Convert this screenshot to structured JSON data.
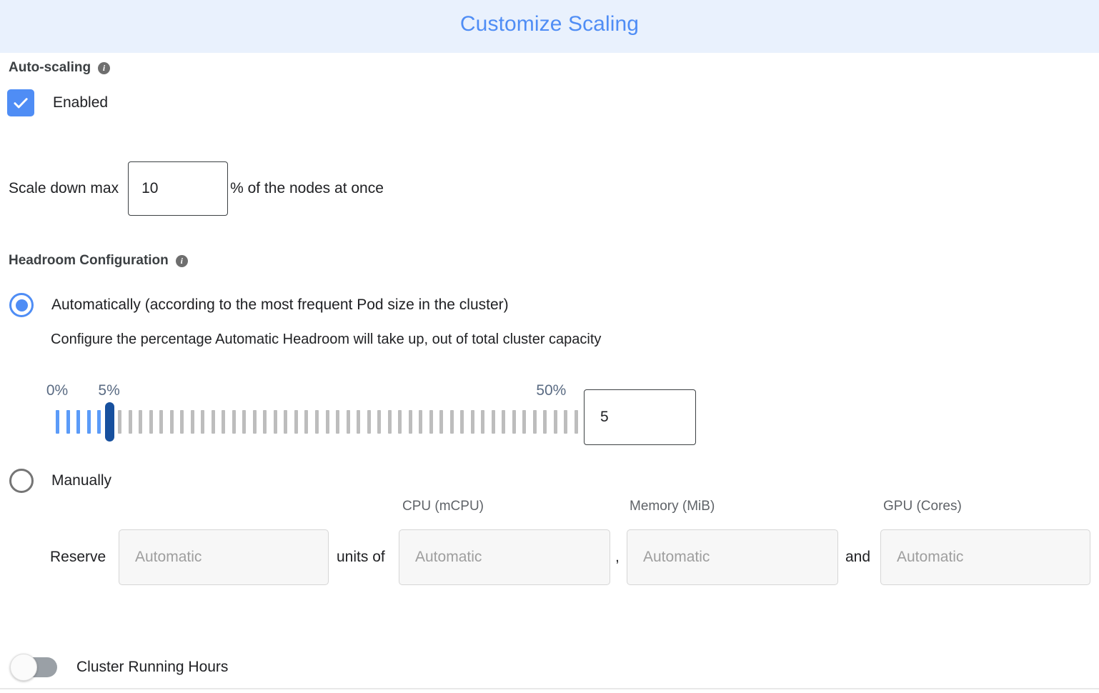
{
  "header": {
    "title": "Customize Scaling",
    "title_color": "#4f8df5",
    "background_color": "#e9f1fd"
  },
  "autoscaling": {
    "section_label": "Auto-scaling",
    "info_glyph": "i",
    "enabled_label": "Enabled",
    "enabled_checked": true,
    "accent_color": "#4f8df5"
  },
  "scale_down": {
    "prefix_label": "Scale down max",
    "value": "10",
    "suffix_label": "% of the nodes at once"
  },
  "headroom": {
    "section_label": "Headroom Configuration",
    "info_glyph": "i",
    "option_automatic": {
      "label": "Automatically (according to the most frequent Pod size in the cluster)",
      "description": "Configure the percentage Automatic Headroom will take up, out of total cluster capacity",
      "selected": true
    },
    "option_manual": {
      "label": "Manually",
      "selected": false
    },
    "slider": {
      "min_label": "0%",
      "current_label": "5%",
      "max_label": "50%",
      "min": 0,
      "max": 50,
      "value": 5,
      "tick_count": 51,
      "value_input": "5",
      "filled_color": "#5b9bf8",
      "empty_color": "#bdbdbd",
      "thumb_color": "#17509e",
      "label_color": "#5a6b83"
    },
    "reserve": {
      "label": "Reserve",
      "units_placeholder": "Automatic",
      "separator_units_of": "units of",
      "separator_comma": ",",
      "separator_and": "and",
      "columns": [
        {
          "header": "CPU (mCPU)",
          "placeholder": "Automatic"
        },
        {
          "header": "Memory (MiB)",
          "placeholder": "Automatic"
        },
        {
          "header": "GPU (Cores)",
          "placeholder": "Automatic"
        }
      ]
    }
  },
  "cluster_running_hours": {
    "label": "Cluster Running Hours",
    "enabled": false
  }
}
